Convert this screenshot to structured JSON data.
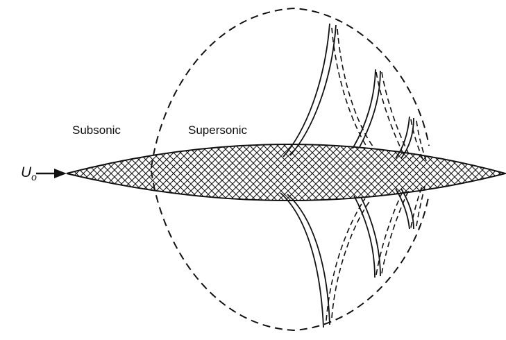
{
  "labels": {
    "subsonic": "Subsonic",
    "supersonic": "Supersonic",
    "velocity_symbol": "U",
    "velocity_subscript": "o"
  },
  "colors": {
    "ink": "#111111",
    "background": "#ffffff"
  }
}
